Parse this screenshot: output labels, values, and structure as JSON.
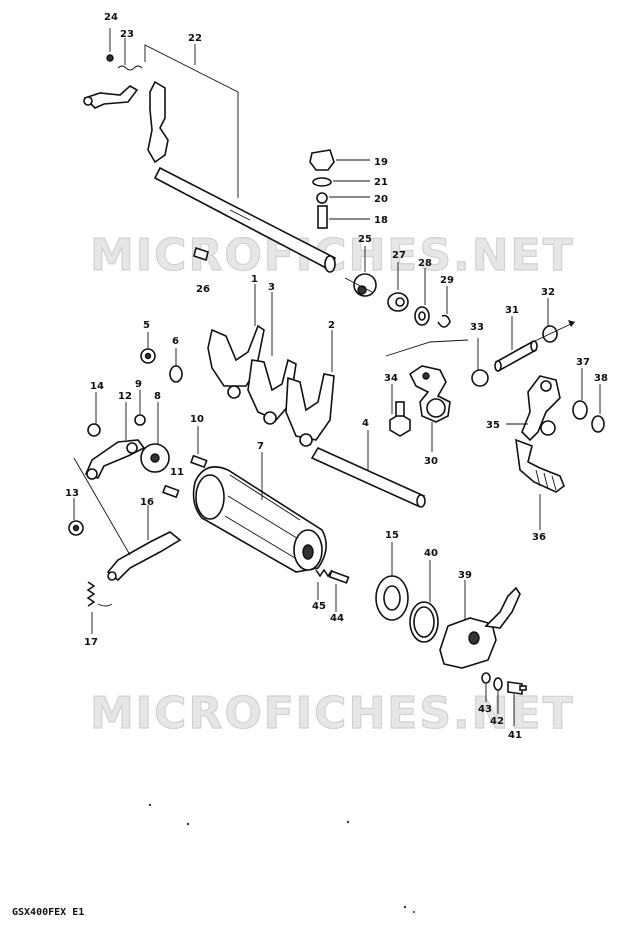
{
  "watermark": "MICROFICHES.NET",
  "model_code": "GSX400FEX E1",
  "callouts": {
    "c1": "1",
    "c2": "2",
    "c3": "3",
    "c4": "4",
    "c5": "5",
    "c6": "6",
    "c7": "7",
    "c8": "8",
    "c9": "9",
    "c10": "10",
    "c11": "11",
    "c12": "12",
    "c13": "13",
    "c14": "14",
    "c15": "15",
    "c16": "16",
    "c17": "17",
    "c18": "18",
    "c19": "19",
    "c20": "20",
    "c21": "21",
    "c22": "22",
    "c23": "23",
    "c24": "24",
    "c25": "25",
    "c26": "26",
    "c27": "27",
    "c28": "28",
    "c29": "29",
    "c30": "30",
    "c31": "31",
    "c32": "32",
    "c33": "33",
    "c34": "34",
    "c35": "35",
    "c36": "36",
    "c37": "37",
    "c38": "38",
    "c39": "39",
    "c40": "40",
    "c41": "41",
    "c42": "42",
    "c43": "43",
    "c44": "44",
    "c45": "45"
  }
}
